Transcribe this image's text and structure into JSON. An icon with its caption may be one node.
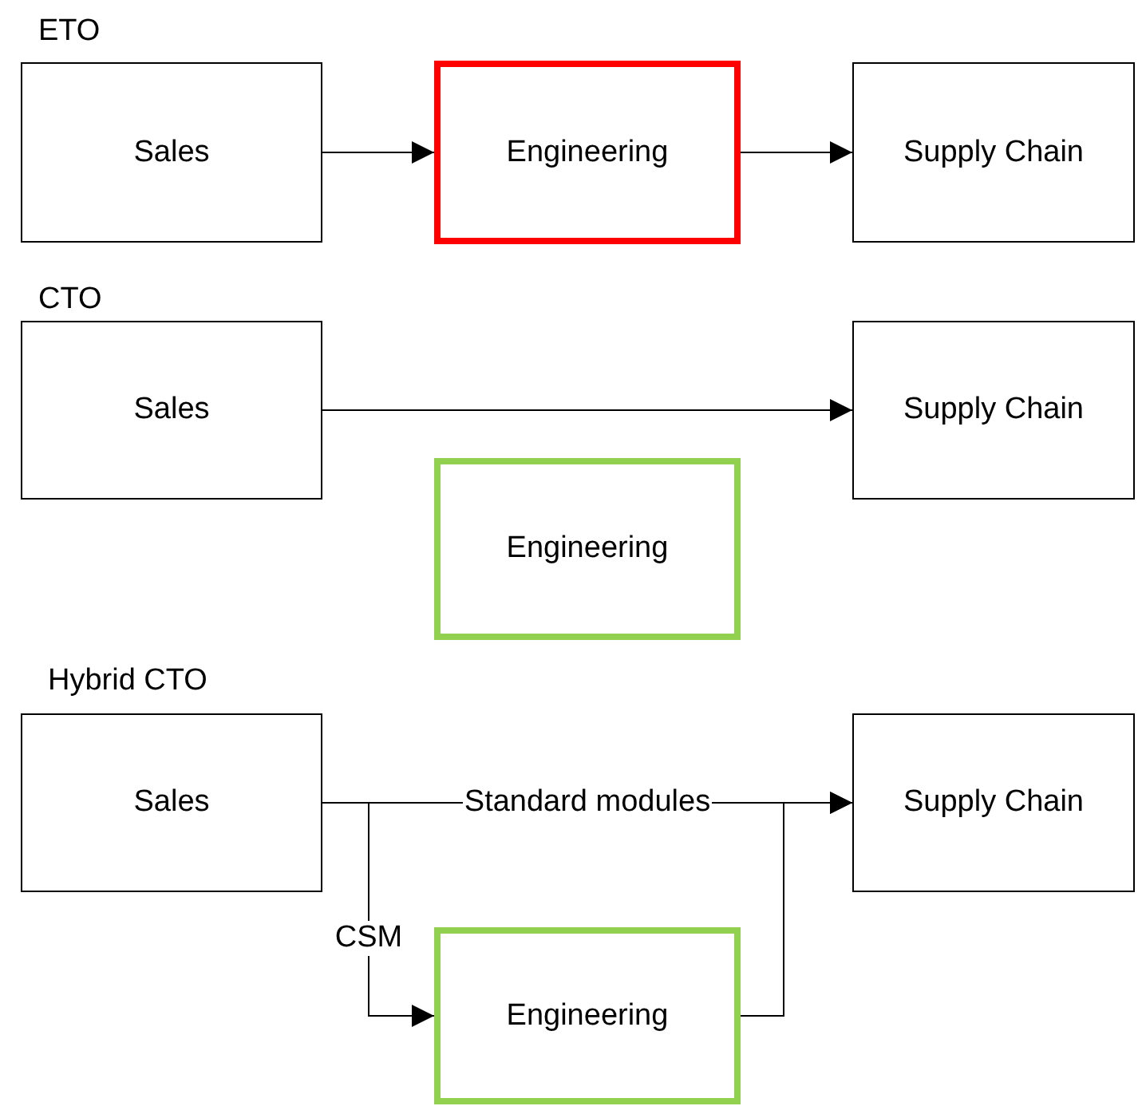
{
  "diagram": {
    "nodes": [
      {
        "text": [
          "Sales"
        ]
      },
      {
        "text": [
          "Engineering"
        ]
      },
      {
        "text": [
          "Supply Chain"
        ]
      },
      {
        "text": [
          "Sales"
        ]
      },
      {
        "text": [
          "Supply Chain"
        ]
      },
      {
        "text": [
          "Engineering"
        ]
      },
      {
        "text": [
          "Sales"
        ]
      },
      {
        "text": [
          "Supply Chain"
        ]
      },
      {
        "text": [
          "Engineering"
        ]
      }
    ],
    "edges": [
      {
        "from": 0,
        "to": 1,
        "arrow": "to"
      },
      {
        "from": 1,
        "to": 2,
        "arrow": "to"
      },
      {
        "from": 3,
        "to": 4,
        "arrow": "to"
      },
      {
        "from": 6,
        "to": 7,
        "arrow": "to",
        "label": "Standard modules"
      },
      {
        "from": 6,
        "to": 8,
        "arrow": "to",
        "label": "CSM"
      },
      {
        "from": 8,
        "to": 7,
        "arrow": "to"
      }
    ],
    "labels": [
      "ETO",
      "CTO",
      "Hybrid CTO"
    ]
  }
}
